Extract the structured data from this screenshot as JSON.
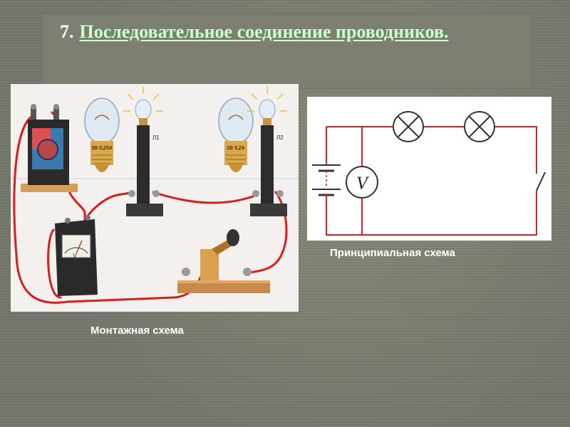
{
  "title": {
    "number": "7.",
    "text": "Последовательное соединение проводников."
  },
  "wiring_diagram": {
    "caption": "Монтажная схема",
    "lamp1_label": "Л1",
    "lamp2_label": "Л2",
    "bulb1_marking": "3В 0,25А",
    "bulb2_marking": "1В 0,2А",
    "voltmeter_symbol": "V"
  },
  "schematic": {
    "caption": "Принципиальная схема",
    "voltmeter_symbol": "V"
  },
  "colors": {
    "background": "#7a7d6f",
    "wire": "#e02020",
    "title_text": "#ccffcc",
    "caption_text": "#ffffff"
  }
}
